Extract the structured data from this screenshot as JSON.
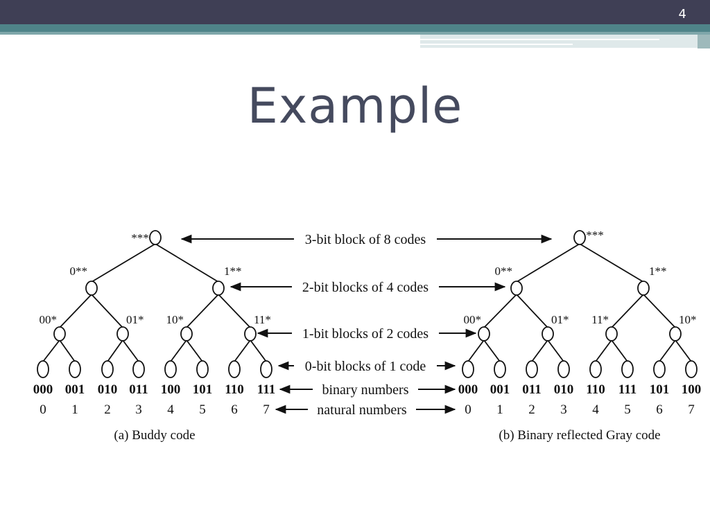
{
  "slide": {
    "number": "4",
    "title": "Example"
  },
  "diagram": {
    "buddy": {
      "caption": "(a) Buddy code",
      "root": "***",
      "level1": [
        "0**",
        "1**"
      ],
      "level2": [
        "00*",
        "01*",
        "10*",
        "11*"
      ],
      "binary": [
        "000",
        "001",
        "010",
        "011",
        "100",
        "101",
        "110",
        "111"
      ],
      "natural": [
        "0",
        "1",
        "2",
        "3",
        "4",
        "5",
        "6",
        "7"
      ]
    },
    "gray": {
      "caption": "(b) Binary reflected Gray code",
      "root": "***",
      "level1": [
        "0**",
        "1**"
      ],
      "level2": [
        "00*",
        "01*",
        "11*",
        "10*"
      ],
      "binary": [
        "000",
        "001",
        "011",
        "010",
        "110",
        "111",
        "101",
        "100"
      ],
      "natural": [
        "0",
        "1",
        "2",
        "3",
        "4",
        "5",
        "6",
        "7"
      ]
    },
    "center_labels": [
      "3-bit block of 8 codes",
      "2-bit blocks of 4 codes",
      "1-bit blocks of 2 codes",
      "0-bit blocks of 1 code",
      "binary numbers",
      "natural numbers"
    ]
  }
}
